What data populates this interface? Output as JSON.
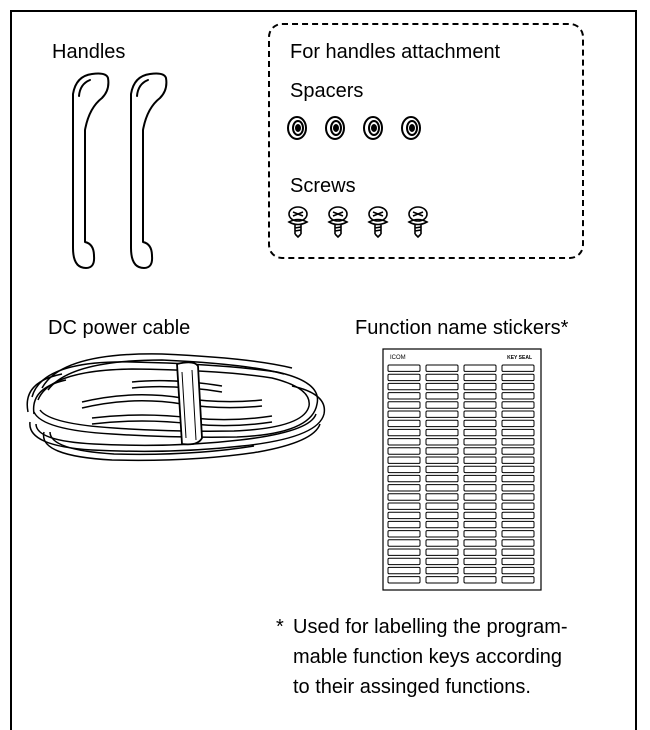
{
  "items": {
    "handles": "Handles",
    "attachment_title": "For handles attachment",
    "spacers": "Spacers",
    "screws": "Screws",
    "dc_cable": "DC power cable",
    "stickers": "Function name stickers*"
  },
  "sticker_sheet": {
    "brand": "ICOM",
    "title": "KEY SEAL"
  },
  "note": {
    "mark": "*",
    "lines": [
      "Used for labelling the program-",
      "mable function keys according",
      "to their assinged functions."
    ]
  },
  "icons": [
    "handle-icon",
    "spacer-icon",
    "screw-icon",
    "cable-icon",
    "sticker-sheet-icon"
  ]
}
